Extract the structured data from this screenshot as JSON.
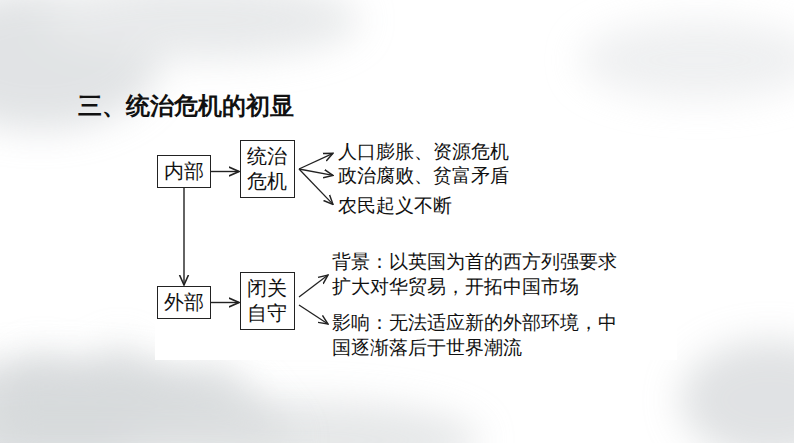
{
  "diagram": {
    "title": "三、统治危机的初显",
    "nodes": [
      {
        "text": [
          "内部"
        ]
      },
      {
        "text": [
          "统治危机"
        ]
      },
      {
        "text": [
          "外部"
        ]
      },
      {
        "text": [
          "闭关自守"
        ]
      }
    ],
    "edges": [
      {
        "from": 0,
        "to": 1,
        "arrow": "to"
      },
      {
        "from": 0,
        "to": 2,
        "arrow": "to"
      },
      {
        "from": 2,
        "to": 3,
        "arrow": "to"
      }
    ],
    "labels": [
      "人口膨胀、资源危机",
      "政治腐败、贫富矛盾",
      "农民起义不断",
      "背景：以英国为首的西方列强要求扩大对华贸易，开拓中国市场",
      "影响：无法适应新的外部环境，中国逐渐落后于世界潮流"
    ]
  }
}
